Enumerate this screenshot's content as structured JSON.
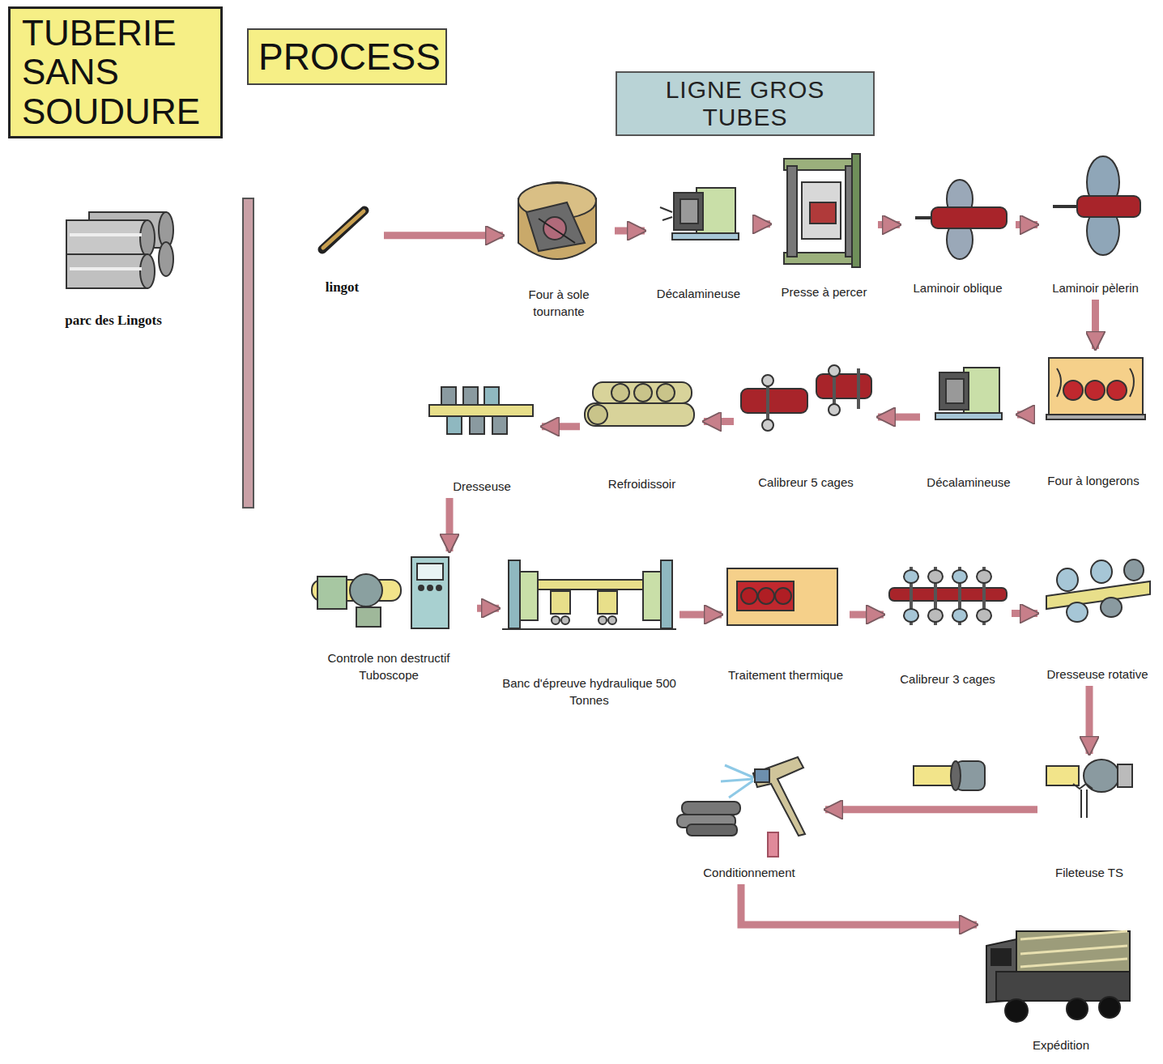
{
  "diagram": {
    "nodes": [
      {
        "text": [
          "TUBERIE SANS SOUDURE"
        ]
      },
      {
        "text": [
          "PROCESS"
        ]
      },
      {
        "text": [
          "LIGNE GROS TUBES"
        ]
      },
      {
        "text": [
          "parc des Lingots"
        ]
      },
      {
        "text": [
          "lingot"
        ]
      },
      {
        "text": [
          "Four à sole tournante"
        ]
      },
      {
        "text": [
          "Décalamineuse"
        ]
      },
      {
        "text": [
          "Presse à percer"
        ]
      },
      {
        "text": [
          "Laminoir oblique"
        ]
      },
      {
        "text": [
          "Laminoir pèlerin"
        ]
      },
      {
        "text": [
          "Four à longerons"
        ]
      },
      {
        "text": [
          "Décalamineuse"
        ]
      },
      {
        "text": [
          "Calibreur 5 cages"
        ]
      },
      {
        "text": [
          "Refroidissoir"
        ]
      },
      {
        "text": [
          "Dresseuse"
        ]
      },
      {
        "text": [
          "Controle non destructif Tuboscope"
        ]
      },
      {
        "text": [
          "Banc d'épreuve hydraulique 500 Tonnes"
        ]
      },
      {
        "text": [
          "Traitement thermique"
        ]
      },
      {
        "text": [
          "Calibreur 3 cages"
        ]
      },
      {
        "text": [
          "Dresseuse rotative"
        ]
      },
      {
        "text": [
          "Fileteuse TS"
        ]
      },
      {
        "text": [
          "Conditionnement"
        ]
      },
      {
        "text": [
          "Expédition"
        ]
      }
    ],
    "edges": [
      {
        "from": 4,
        "to": 5,
        "arrow": "to"
      },
      {
        "from": 5,
        "to": 6,
        "arrow": "to"
      },
      {
        "from": 6,
        "to": 7,
        "arrow": "to"
      },
      {
        "from": 7,
        "to": 8,
        "arrow": "to"
      },
      {
        "from": 8,
        "to": 9,
        "arrow": "to"
      },
      {
        "from": 9,
        "to": 10,
        "arrow": "to"
      },
      {
        "from": 10,
        "to": 11,
        "arrow": "to"
      },
      {
        "from": 11,
        "to": 12,
        "arrow": "to"
      },
      {
        "from": 12,
        "to": 13,
        "arrow": "to"
      },
      {
        "from": 13,
        "to": 14,
        "arrow": "to"
      },
      {
        "from": 14,
        "to": 15,
        "arrow": "to"
      },
      {
        "from": 15,
        "to": 16,
        "arrow": "to"
      },
      {
        "from": 16,
        "to": 17,
        "arrow": "to"
      },
      {
        "from": 17,
        "to": 18,
        "arrow": "to"
      },
      {
        "from": 18,
        "to": 19,
        "arrow": "to"
      },
      {
        "from": 19,
        "to": 20,
        "arrow": "to"
      },
      {
        "from": 20,
        "to": 21,
        "arrow": "to"
      },
      {
        "from": 21,
        "to": 22,
        "arrow": "to"
      }
    ]
  }
}
